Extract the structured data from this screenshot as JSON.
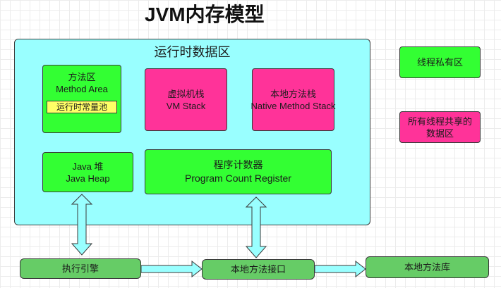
{
  "title": "JVM内存模型",
  "runtime_area": {
    "label": "运行时数据区"
  },
  "method_area": {
    "line1": "方法区",
    "line2": "Method Area",
    "constant_pool": "运行时常量池"
  },
  "vm_stack": {
    "line1": "虚拟机栈",
    "line2": "VM Stack"
  },
  "native_method_stack": {
    "line1": "本地方法栈",
    "line2": "Native Method Stack"
  },
  "java_heap": {
    "line1": "Java 堆",
    "line2": "Java Heap"
  },
  "program_counter": {
    "line1": "程序计数器",
    "line2": "Program Count Register"
  },
  "legend": {
    "thread_private": "线程私有区",
    "thread_shared_line1": "所有线程共享的",
    "thread_shared_line2": "数据区"
  },
  "execution_engine": "执行引擎",
  "native_interface": "本地方法接口",
  "native_library": "本地方法库",
  "colors": {
    "runtime_bg": "#99ffff",
    "thread_private": "#33ff33",
    "thread_shared": "#ff3399",
    "bottom_boxes": "#66cc66",
    "constant_pool": "#ffff66",
    "arrow_fill": "#99ffff"
  }
}
